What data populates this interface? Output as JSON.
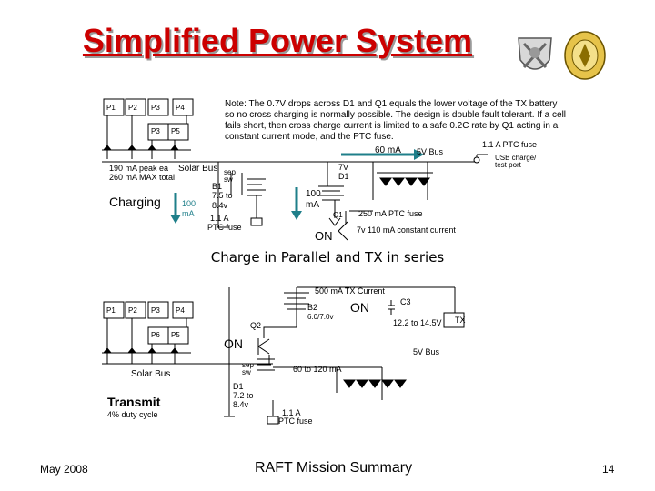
{
  "title": "Simplified Power System",
  "note": "Note: The 0.7V drops across D1 and Q1 equals the lower voltage of the TX battery so no cross charging is normally possible. The design is double fault tolerant. If a cell fails short, then cross charge current is limited to a safe 0.2C rate by Q1 acting in a constant current mode, and the PTC fuse.",
  "caption": "Charge in Parallel and TX in series",
  "charging": {
    "panels_top": [
      "P1",
      "P2",
      "P3",
      "P4"
    ],
    "panels_bottom": [
      "P3",
      "P5"
    ],
    "current_60": "60 mA",
    "bus_5v": "5V Bus",
    "fuse_top": "1.1 A PTC fuse",
    "usb_port": "USB charge/ test port",
    "peak": "190 mA peak ea",
    "total": "260 mA MAX total",
    "solar_bus": "Solar Bus",
    "label": "Charging",
    "arrow_left_a": "100",
    "arrow_left_b": "mA",
    "sep_sw": "sep sw",
    "battery_b1": "B1",
    "battery_b1_v1": "7.5 to",
    "battery_b1_v2": "8.4v",
    "fuse_b1a": "1.1 A",
    "fuse_b1b": "PTC fuse",
    "arrow_mid_a": "100",
    "arrow_mid_b": "mA",
    "q1_v": "7V",
    "d1": "D1",
    "q1": "Q1",
    "fuse_q1": "250 mA PTC fuse",
    "on": "ON",
    "const_current": "7v 110 mA constant current"
  },
  "transmit": {
    "panels_top": [
      "P1",
      "P2",
      "P3",
      "P4"
    ],
    "panels_bottom": [
      "P6",
      "P5"
    ],
    "tx_current": "500 mA TX Current",
    "b2": "B2",
    "b2_v": "6.0/7.0v",
    "on_top": "ON",
    "c3": "C3",
    "tx_v": "12.2 to 14.5V",
    "tx": "TX",
    "q2": "Q2",
    "on_left": "ON",
    "bus_5v": "5V Bus",
    "sep_sw": "sep sw",
    "current_60_120": "60 to 120 mA",
    "solar_bus": "Solar Bus",
    "label": "Transmit",
    "duty": "4% duty cycle",
    "d1": "D1",
    "d1_v1": "7.2 to",
    "d1_v2": "8.4v",
    "fuse_a": "1.1 A",
    "fuse_b": "PTC fuse"
  },
  "footer": {
    "date": "May 2008",
    "center": "RAFT Mission Summary",
    "page": "14"
  },
  "colors": {
    "title": "#cc0000",
    "arrow": "#1f7f8a",
    "line": "#000000"
  }
}
